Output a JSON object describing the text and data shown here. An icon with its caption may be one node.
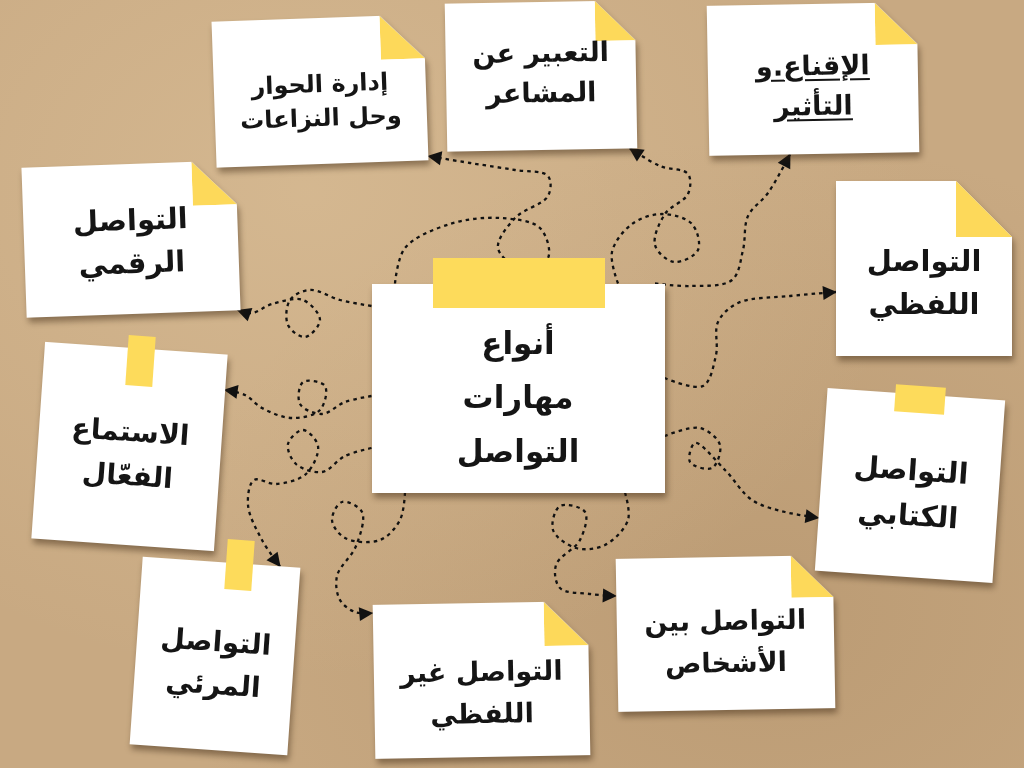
{
  "diagram": {
    "nodes": [
      {
        "text": [
          "أنواع مهارات التواصل"
        ]
      },
      {
        "text": [
          "إدارة الحوار وحل النزاعات"
        ]
      },
      {
        "text": [
          "التعبير عن المشاعر"
        ]
      },
      {
        "text": [
          "الإقناع.و التأثير"
        ]
      },
      {
        "text": [
          "التواصل الرقمي"
        ]
      },
      {
        "text": [
          "التواصل اللفظي"
        ]
      },
      {
        "text": [
          "الاستماع الفعّال"
        ]
      },
      {
        "text": [
          "التواصل الكتابي"
        ]
      },
      {
        "text": [
          "التواصل المرئي"
        ]
      },
      {
        "text": [
          "التواصل غير اللفظي"
        ]
      },
      {
        "text": [
          "التواصل بين الأشخاص"
        ]
      }
    ],
    "edges": [
      {
        "from": 0,
        "to": 1,
        "arrow": "to",
        "style": "dashed"
      },
      {
        "from": 0,
        "to": 2,
        "arrow": "to",
        "style": "dashed"
      },
      {
        "from": 0,
        "to": 3,
        "arrow": "to",
        "style": "dashed"
      },
      {
        "from": 0,
        "to": 4,
        "arrow": "to",
        "style": "dashed"
      },
      {
        "from": 0,
        "to": 5,
        "arrow": "to",
        "style": "dashed"
      },
      {
        "from": 0,
        "to": 6,
        "arrow": "to",
        "style": "dashed"
      },
      {
        "from": 0,
        "to": 7,
        "arrow": "to",
        "style": "dashed"
      },
      {
        "from": 0,
        "to": 8,
        "arrow": "to",
        "style": "dashed"
      },
      {
        "from": 0,
        "to": 9,
        "arrow": "to",
        "style": "dashed"
      },
      {
        "from": 0,
        "to": 10,
        "arrow": "to",
        "style": "dashed"
      }
    ]
  }
}
